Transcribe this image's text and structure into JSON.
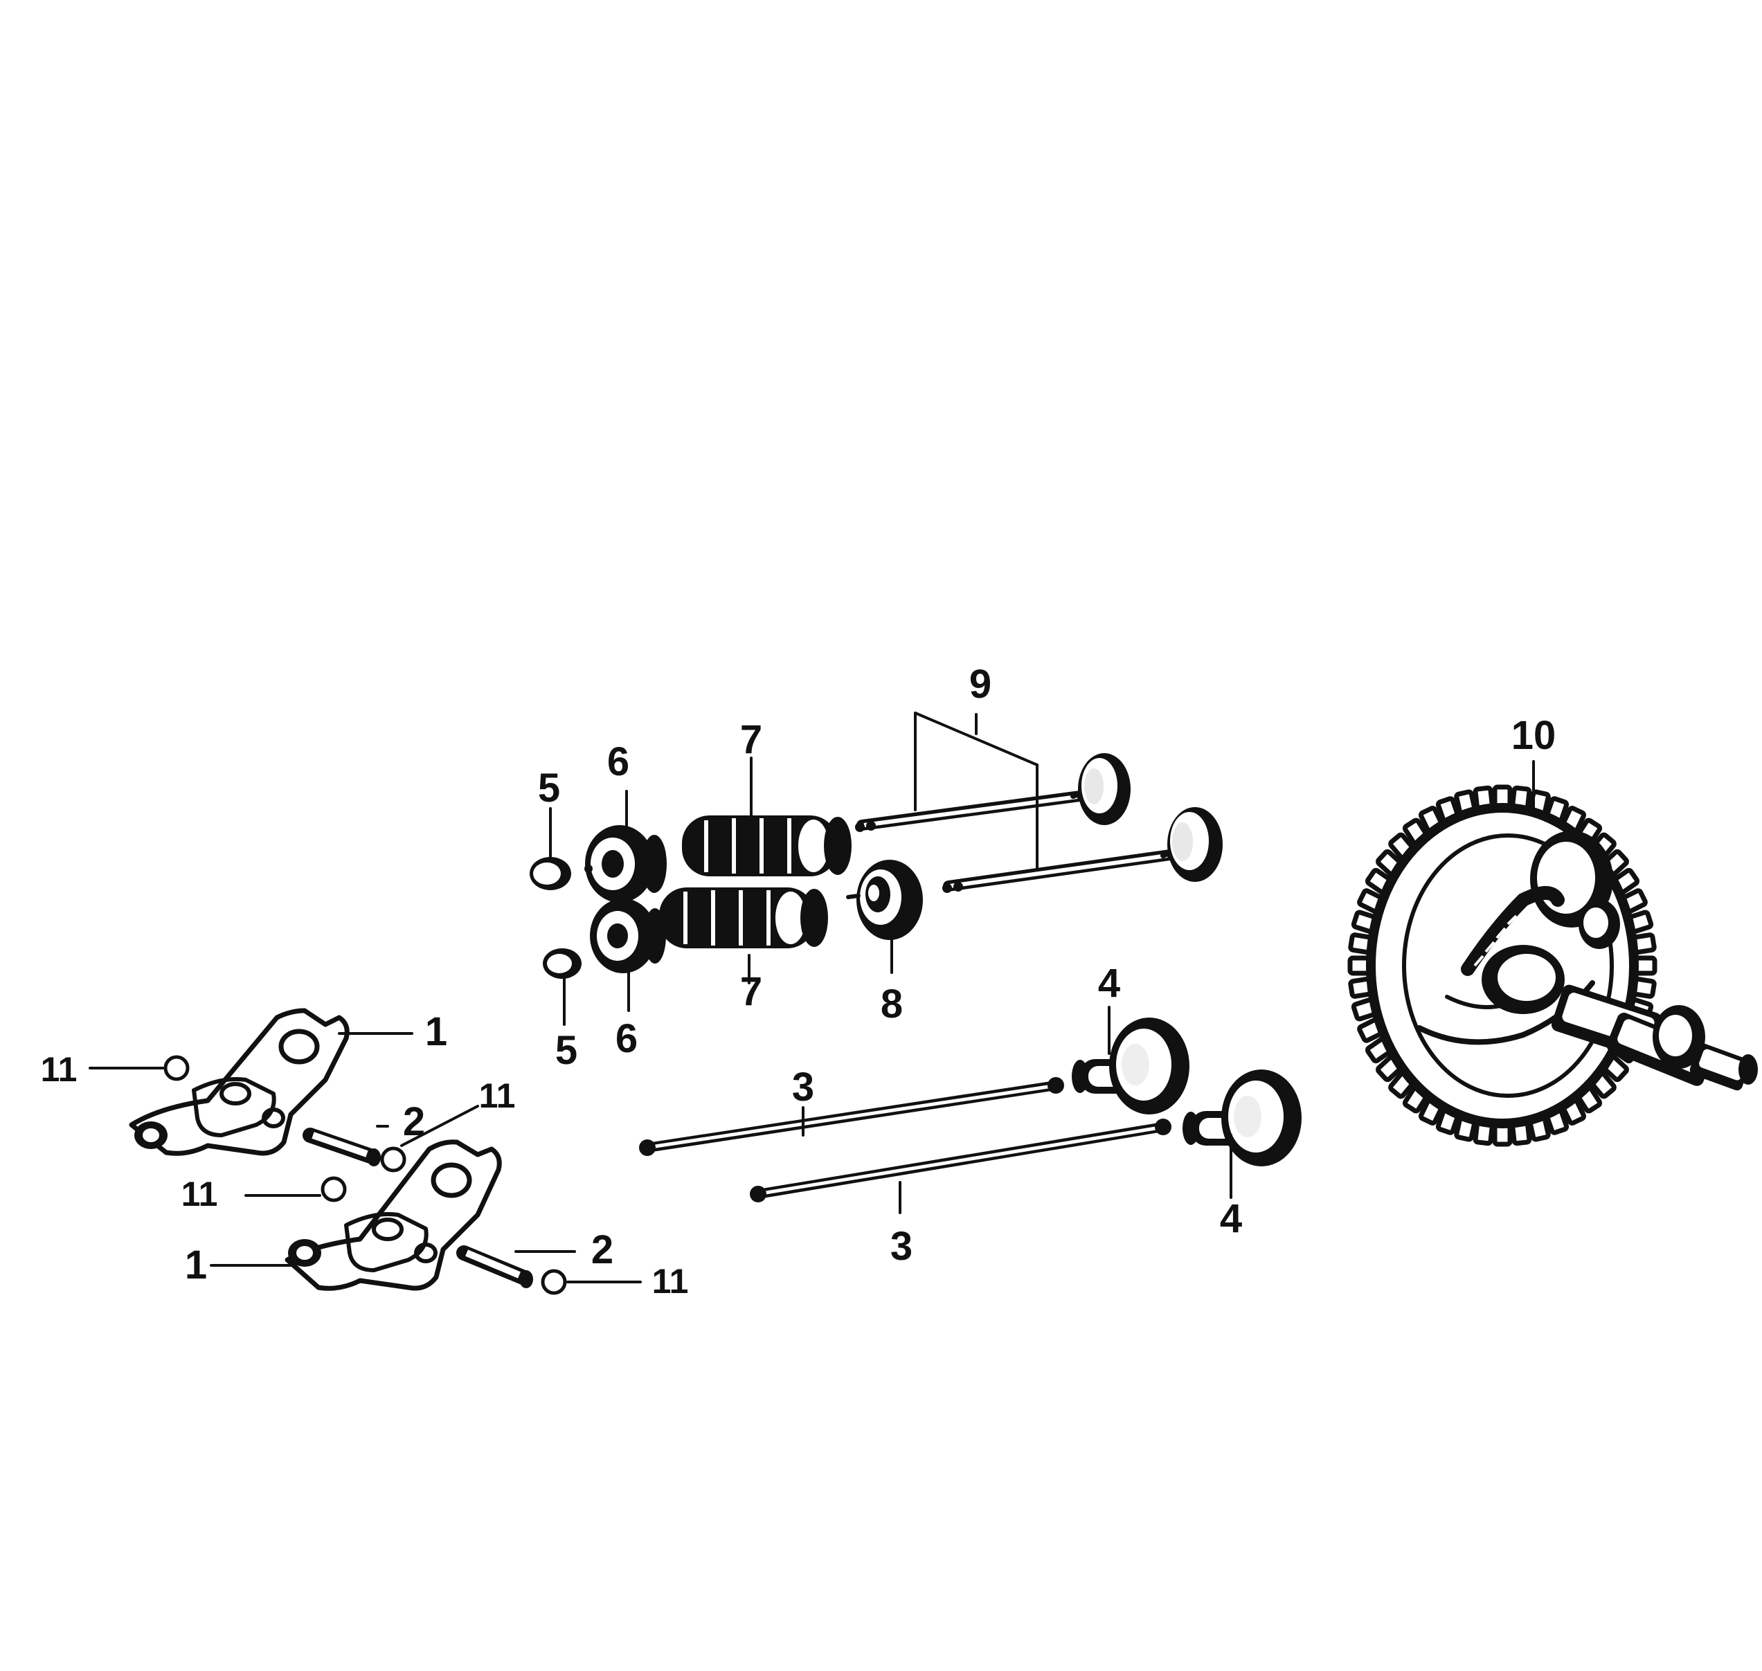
{
  "diagram": {
    "callouts": {
      "c9": "9",
      "c10": "10",
      "c7a": "7",
      "c7b": "7",
      "c6a": "6",
      "c6b": "6",
      "c5a": "5",
      "c5b": "5",
      "c8": "8",
      "c4a": "4",
      "c4b": "4",
      "c3a": "3",
      "c3b": "3",
      "c1a": "1",
      "c1b": "1",
      "c2a": "2",
      "c2b": "2",
      "c11a": "11",
      "c11b": "11",
      "c11c": "11",
      "c11d": "11"
    },
    "colors": {
      "ink": "#111111",
      "paper": "#ffffff"
    }
  }
}
